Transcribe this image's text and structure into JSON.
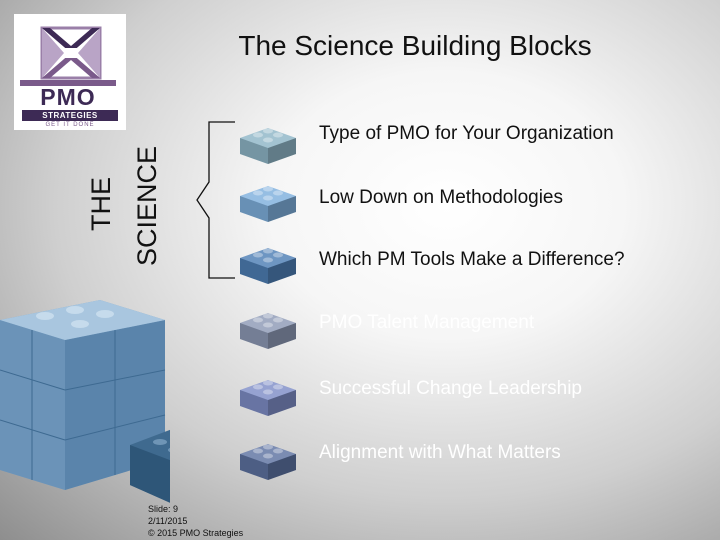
{
  "logo": {
    "name": "PMO",
    "sub": "STRATEGIES",
    "tagline": "GET IT DONE"
  },
  "title": "The Science Building Blocks",
  "side_label": {
    "line1": "THE",
    "line2": "SCIENCE"
  },
  "blocks": [
    {
      "label": "Type of PMO for Your Organization",
      "color": "#8fb6c7"
    },
    {
      "label": "Low Down on Methodologies",
      "color": "#7fb0dd"
    },
    {
      "label": "Which PM Tools Make a Difference?",
      "color": "#4f7fb5"
    },
    {
      "label": "PMO Talent Management",
      "color": "#8e9ab6"
    },
    {
      "label": "Successful Change Leadership",
      "color": "#7f8ec7"
    },
    {
      "label": "Alignment with What Matters",
      "color": "#5e73a2"
    }
  ],
  "footer": {
    "slide": "Slide: 9",
    "date": "2/11/2015",
    "copyright": "© 2015 PMO Strategies"
  }
}
